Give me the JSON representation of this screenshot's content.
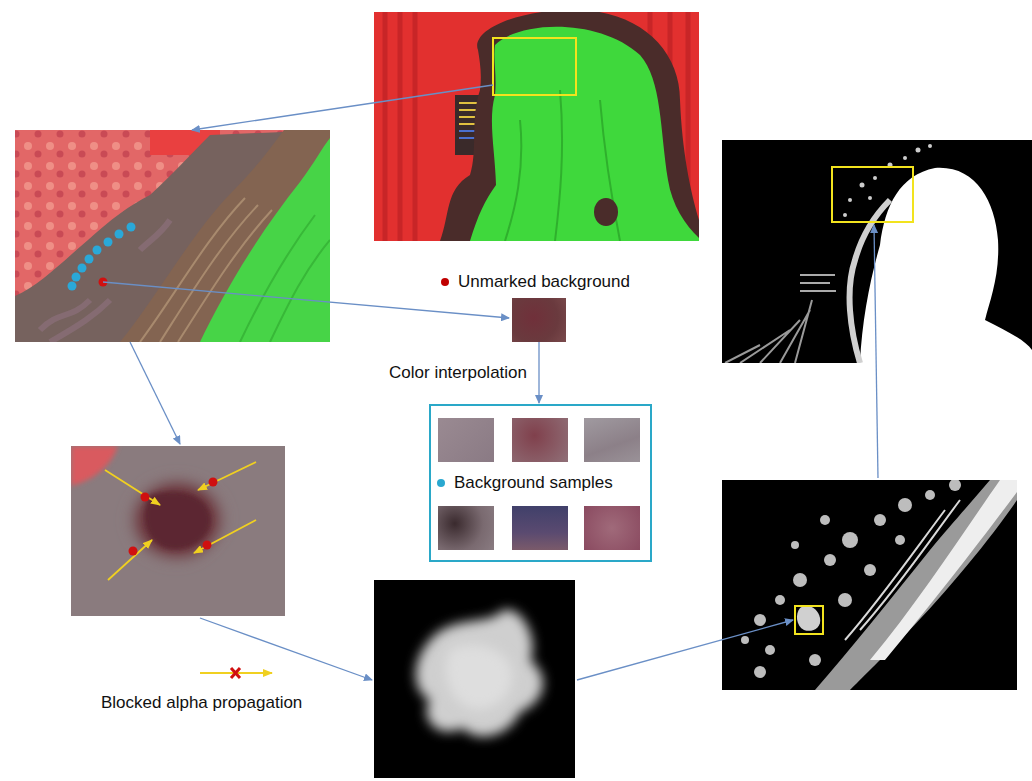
{
  "diagram": {
    "nodes": [
      {
        "text": [
          "Unmarked background"
        ]
      },
      {
        "text": [
          "Background samples"
        ]
      }
    ],
    "edges": [
      {
        "from": 0,
        "to": 1,
        "label": "Color interpolation",
        "arrow": "to"
      }
    ],
    "labels": [
      "Blocked alpha propagation"
    ]
  }
}
